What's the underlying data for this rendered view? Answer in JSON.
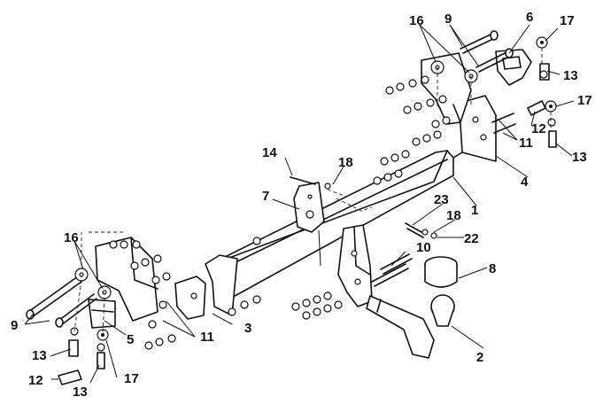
{
  "diagram": {
    "callouts": [
      {
        "id": "c1",
        "label": "1"
      },
      {
        "id": "c2",
        "label": "2"
      },
      {
        "id": "c3",
        "label": "3"
      },
      {
        "id": "c4",
        "label": "4"
      },
      {
        "id": "c5",
        "label": "5"
      },
      {
        "id": "c6",
        "label": "6"
      },
      {
        "id": "c7",
        "label": "7"
      },
      {
        "id": "c8",
        "label": "8"
      },
      {
        "id": "c9a",
        "label": "9"
      },
      {
        "id": "c9b",
        "label": "9"
      },
      {
        "id": "c10",
        "label": "10"
      },
      {
        "id": "c11a",
        "label": "11"
      },
      {
        "id": "c11b",
        "label": "11"
      },
      {
        "id": "c12a",
        "label": "12"
      },
      {
        "id": "c12b",
        "label": "12"
      },
      {
        "id": "c13a",
        "label": "13"
      },
      {
        "id": "c13b",
        "label": "13"
      },
      {
        "id": "c13c",
        "label": "13"
      },
      {
        "id": "c13d",
        "label": "13"
      },
      {
        "id": "c14",
        "label": "14"
      },
      {
        "id": "c16a",
        "label": "16"
      },
      {
        "id": "c16b",
        "label": "16"
      },
      {
        "id": "c17a",
        "label": "17"
      },
      {
        "id": "c17b",
        "label": "17"
      },
      {
        "id": "c17c",
        "label": "17"
      },
      {
        "id": "c18a",
        "label": "18"
      },
      {
        "id": "c18b",
        "label": "18"
      },
      {
        "id": "c22",
        "label": "22"
      },
      {
        "id": "c23",
        "label": "23"
      }
    ]
  }
}
